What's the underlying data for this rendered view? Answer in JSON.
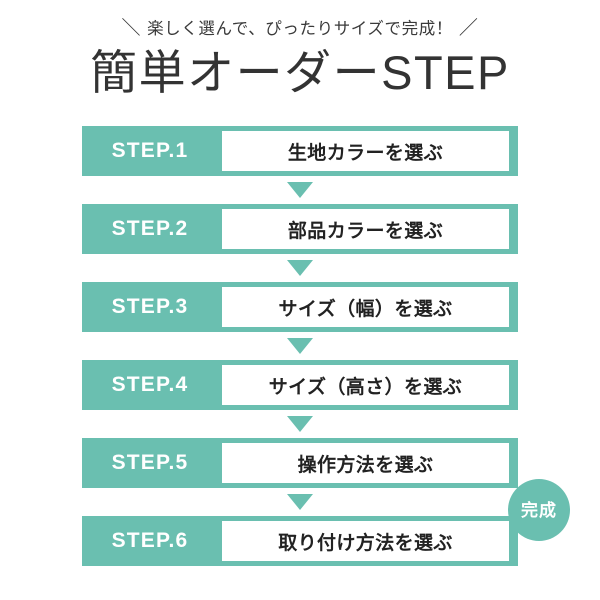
{
  "header": {
    "slash_left": "＼",
    "tagline": "楽しく選んで、ぴったりサイズで完成！",
    "slash_right": "／",
    "title": "簡単オーダーSTEP"
  },
  "theme": {
    "accent": "#6ABFB0",
    "text_dark": "#222222",
    "title_color": "#333333",
    "panel_bg": "#ffffff"
  },
  "steps": [
    {
      "label": "STEP.1",
      "text": "生地カラーを選ぶ"
    },
    {
      "label": "STEP.2",
      "text": "部品カラーを選ぶ"
    },
    {
      "label": "STEP.3",
      "text": "サイズ（幅）を選ぶ"
    },
    {
      "label": "STEP.4",
      "text": "サイズ（高さ）を選ぶ"
    },
    {
      "label": "STEP.5",
      "text": "操作方法を選ぶ"
    },
    {
      "label": "STEP.6",
      "text": "取り付け方法を選ぶ"
    }
  ],
  "badge": {
    "text": "完成"
  }
}
